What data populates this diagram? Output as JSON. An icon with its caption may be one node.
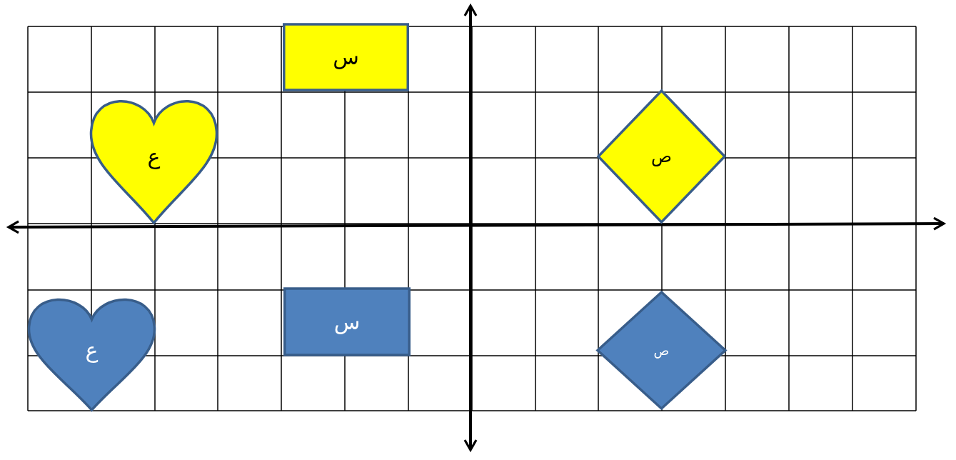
{
  "diagram": {
    "nodes": [
      {
        "text": [
          "س"
        ]
      },
      {
        "text": [
          "ع"
        ]
      },
      {
        "text": [
          "ص"
        ]
      },
      {
        "text": [
          "ع"
        ]
      },
      {
        "text": [
          "س"
        ]
      },
      {
        "text": [
          "ص"
        ]
      }
    ]
  }
}
